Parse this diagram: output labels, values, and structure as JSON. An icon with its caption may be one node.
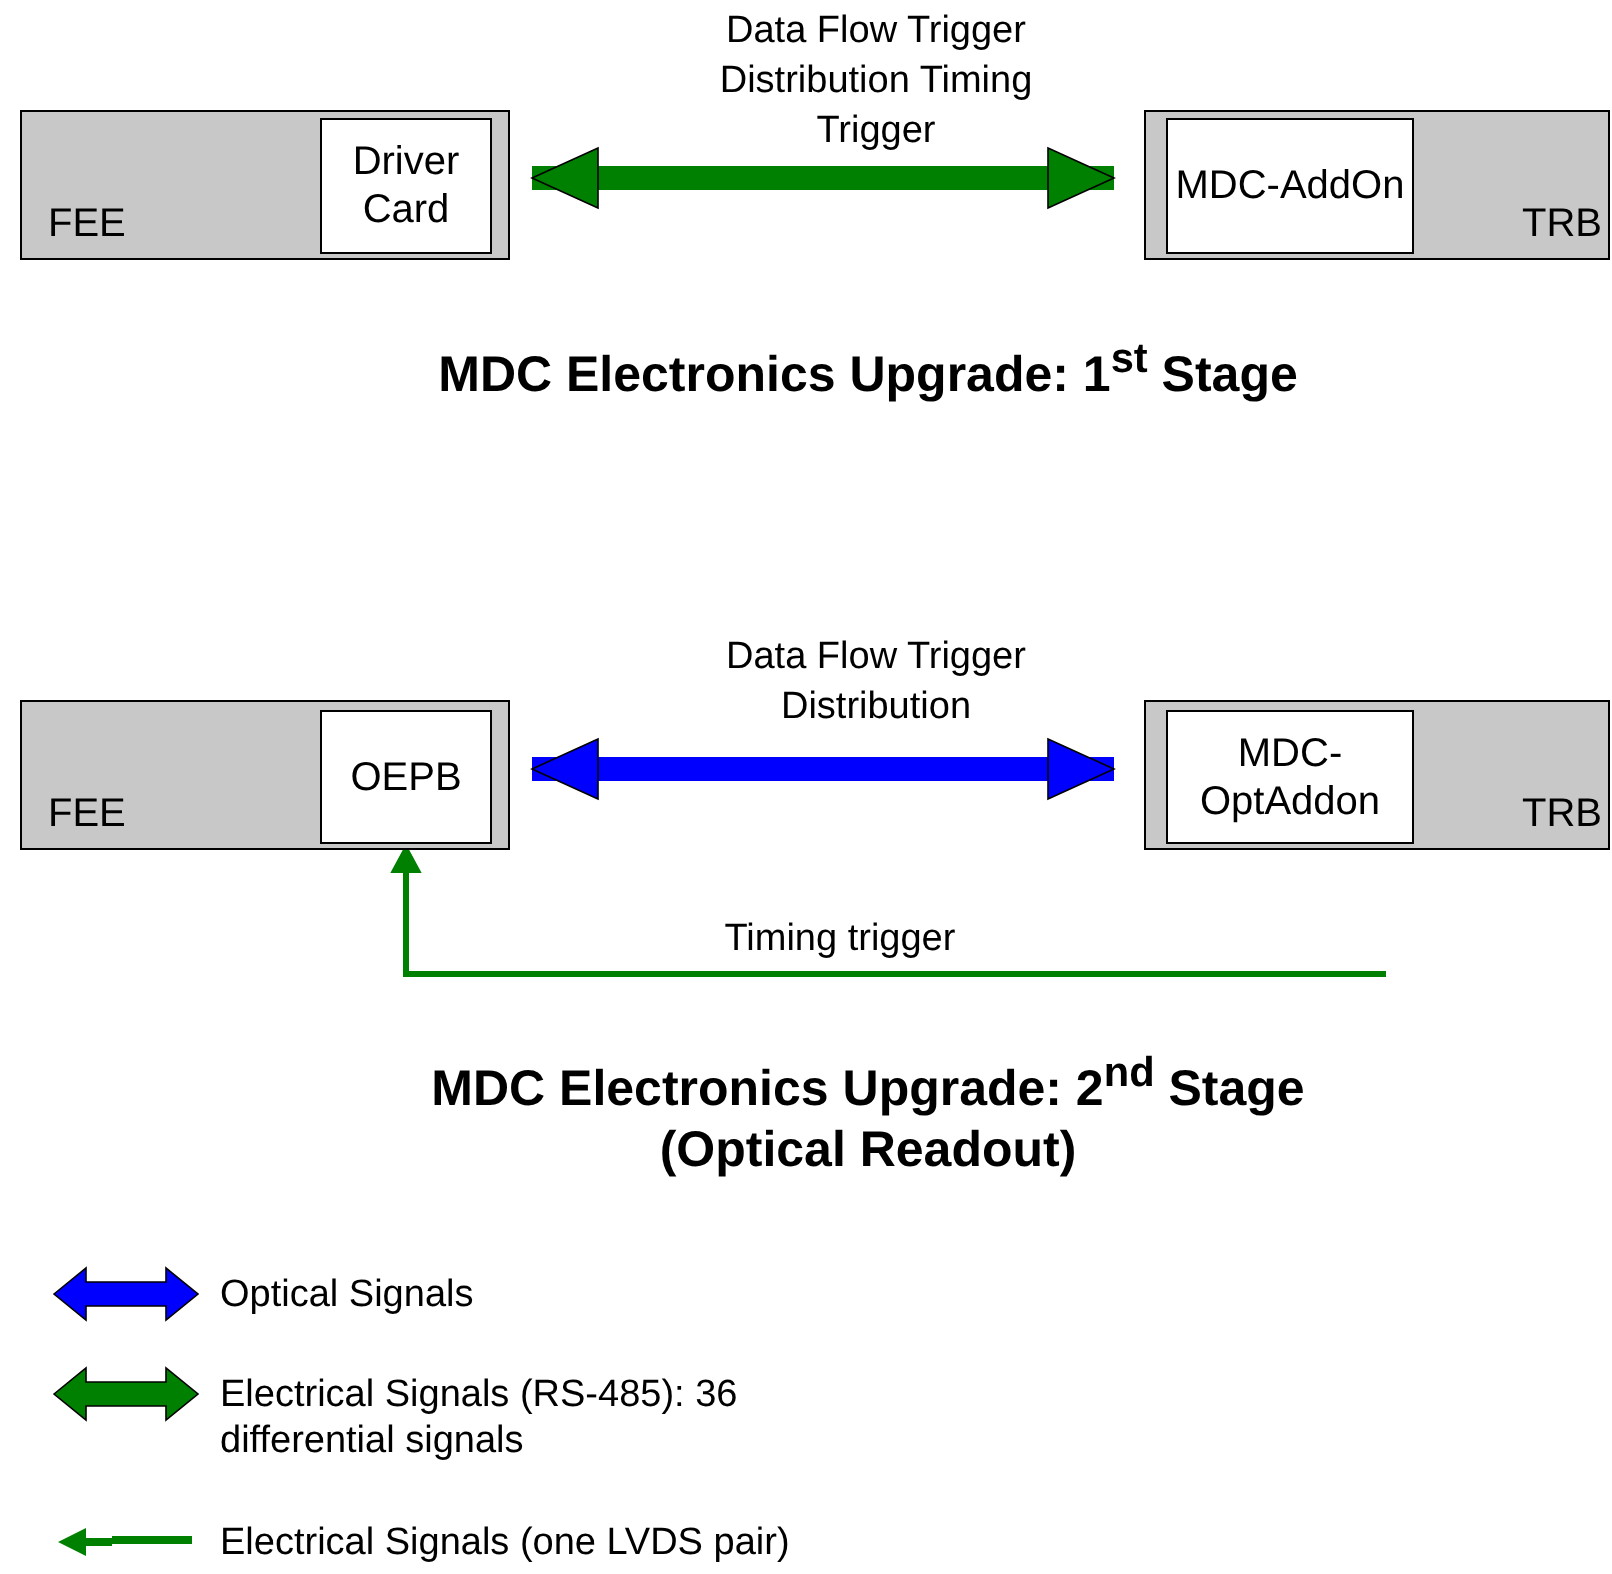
{
  "diagram": {
    "nodes": [
      {
        "text": [
          "FEE"
        ]
      },
      {
        "text": [
          "Driver Card"
        ],
        "in": 0
      },
      {
        "text": [
          "TRB"
        ]
      },
      {
        "text": [
          "MDC-AddOn"
        ],
        "in": 2
      },
      {
        "text": [
          "FEE"
        ]
      },
      {
        "text": [
          "OEPB"
        ],
        "in": 4
      },
      {
        "text": [
          "TRB"
        ]
      },
      {
        "text": [
          "MDC-OptAddon"
        ],
        "in": 6
      }
    ],
    "edges": [
      {
        "from": 1,
        "to": 3,
        "arrow": "both",
        "label": "Data Flow Trigger Distribution Timing Trigger",
        "color": "#008000"
      },
      {
        "from": 5,
        "to": 7,
        "arrow": "both",
        "label": "Data Flow Trigger Distribution",
        "color": "#0000ff"
      },
      {
        "from": null,
        "to": 5,
        "arrow": "to",
        "label": "Timing trigger",
        "color": "#008000"
      }
    ],
    "labels": [
      "MDC Electronics Upgrade: 1$^{st}$ Stage",
      "MDC Electronics Upgrade: 2$^{nd}$ Stage (Optical Readout)"
    ],
    "legend": [
      {
        "text": "Optical Signals"
      },
      {
        "text": "Electrical Signals (RS-485): 36 differential signals"
      },
      {
        "text": "Electrical Signals (one LVDS pair)"
      }
    ]
  }
}
